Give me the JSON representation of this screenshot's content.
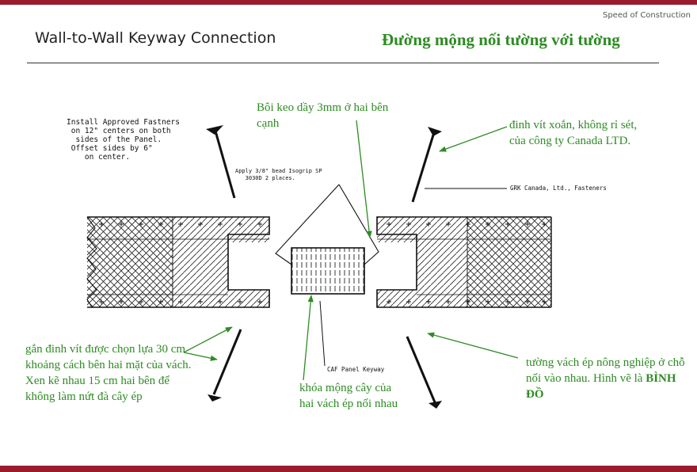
{
  "header": {
    "brand": "Speed of Construction",
    "title_en": "Wall-to-Wall Keyway Connection",
    "title_vi": "Đường mộng nối tường với tường"
  },
  "drawing_text": {
    "fasteners_note": "Install Approved Fastners\n on 12\" centers on both\n  sides of the Panel.\n Offset sides by 6\"\n    on center.",
    "adhesive_note": "Apply 3/8\" bead Isogrip SP\n   3030D 2 places.",
    "grk_label": "GRK Canada, Ltd., Fasteners",
    "keyway_label": "CAF Panel Keyway"
  },
  "annotations": {
    "glue": "Bôi keo dầy 3mm ở hai bên cạnh",
    "screw": "đinh vít xoắn, không rỉ sét, của công ty Canada LTD.",
    "fastening": "gắn đinh vít được chọn lựa 30 cm khoảng cách bên hai mặt của vách. Xen kẽ nhau 15 cm hai bên để không làm nứt đà cây ép",
    "keyway": "khóa mộng cây của hai vách ép nối nhau",
    "panel_prefix": "tường vách ép nông nghiệp ở chỗ nối vào nhau. Hình vẽ là ",
    "panel_bold": "BÌNH ĐỒ"
  },
  "colors": {
    "accent_bar": "#9a1b2e",
    "annotation_green": "#2e8b23"
  }
}
